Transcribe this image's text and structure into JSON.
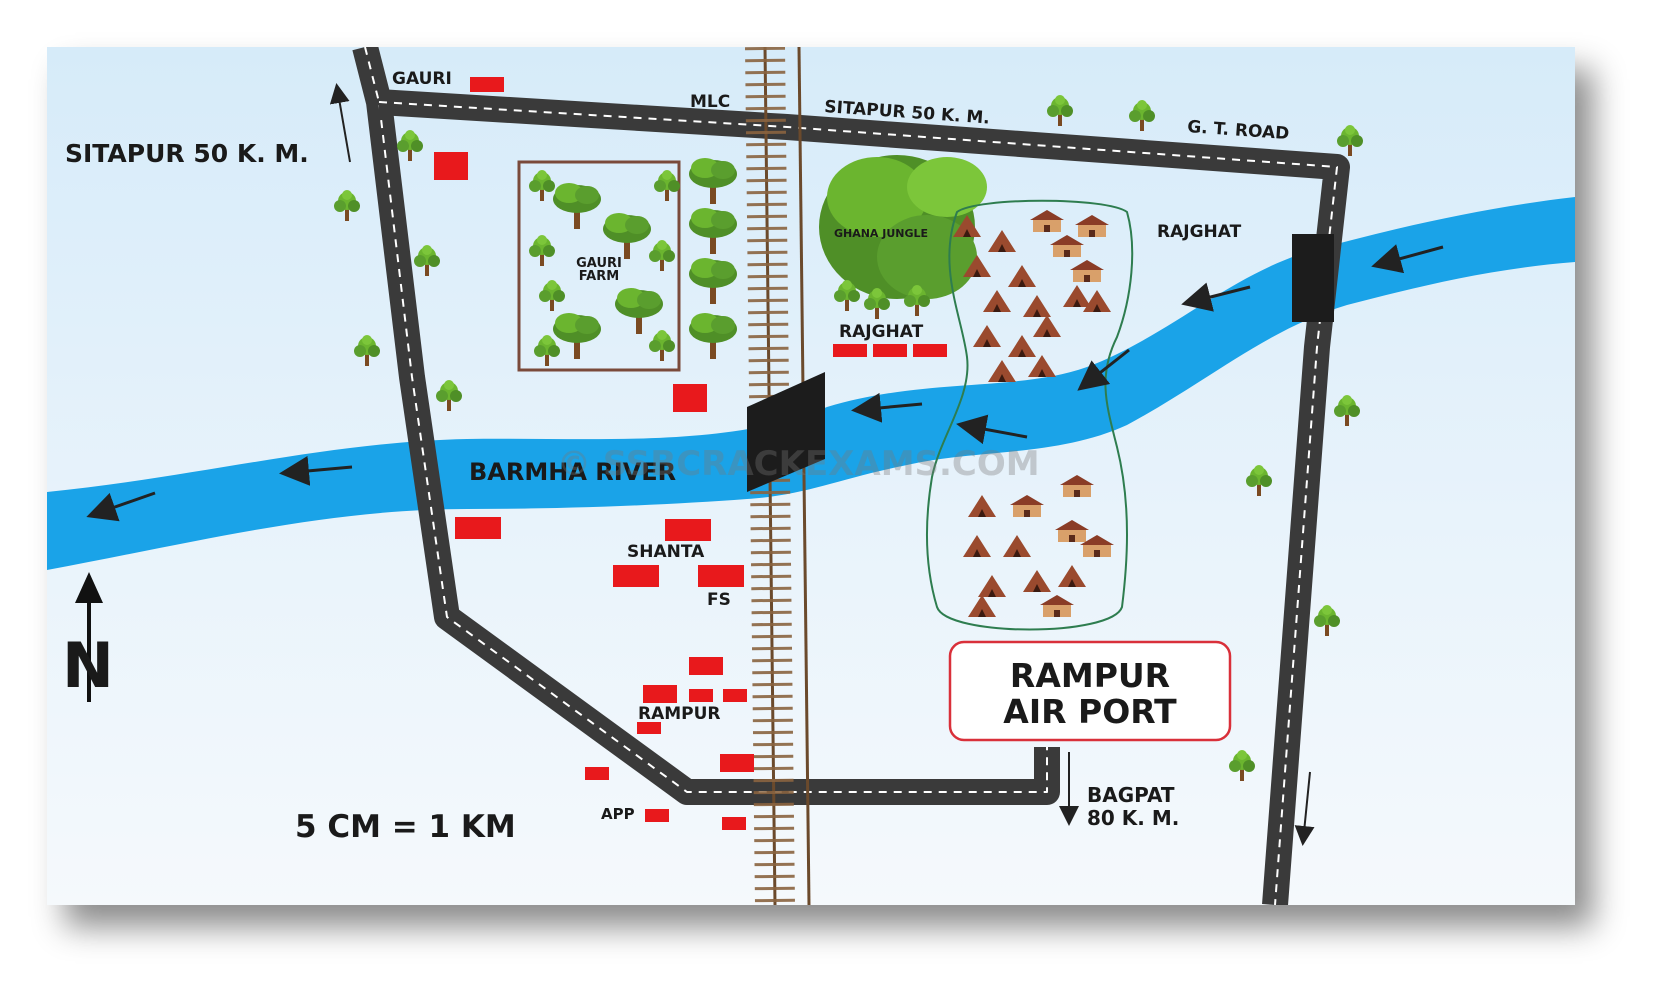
{
  "labels": {
    "gauri": "GAURI",
    "mlc": "MLC",
    "sitapur_top": "SITAPUR 50 K. M.",
    "gt_road": "G. T. ROAD",
    "sitapur_left": "SITAPUR 50 K. M.",
    "gauri_farm_line1": "GAURI",
    "gauri_farm_line2": "FARM",
    "ghana_jungle": "GHANA JUNGLE",
    "rajghat_east": "RAJGHAT",
    "rajghat_center": "RAJGHAT",
    "barmha_river": "BARMHA RIVER",
    "shanta": "SHANTA",
    "fs": "FS",
    "rampur": "RAMPUR",
    "app": "APP",
    "scale": "5 CM = 1 KM",
    "north": "N",
    "airport_line1": "RAMPUR",
    "airport_line2": "AIR PORT",
    "bagpat_line1": "BAGPAT",
    "bagpat_line2": "80 K. M.",
    "watermark": "© SSBCRACKEXAMS.COM"
  },
  "colors": {
    "river": "#1aa3e8",
    "road": "#3a3a3a",
    "building": "#e8191c",
    "rail": "#6b4a2c",
    "bridge": "#1c1c1c",
    "airport_border": "#d9303a",
    "village_border": "#2e7d4f",
    "tree": "#5a9e2e"
  },
  "icons": [
    "north-arrow-icon",
    "tree-icon",
    "hut-icon",
    "flow-arrow-icon",
    "bridge-icon"
  ]
}
